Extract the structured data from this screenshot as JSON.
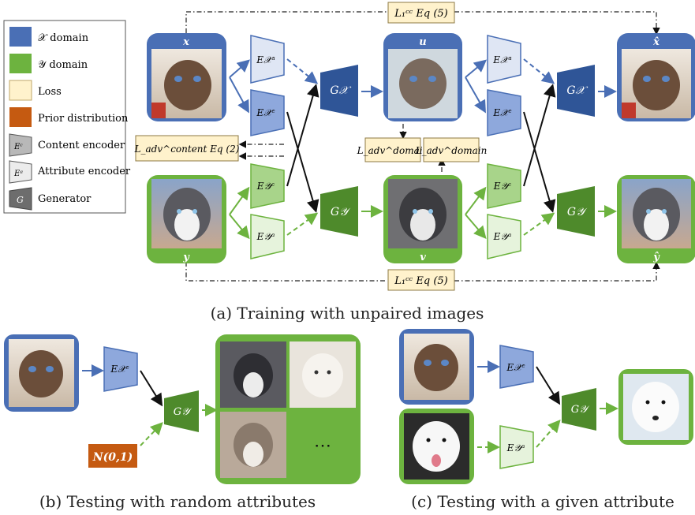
{
  "legend": {
    "items": [
      {
        "label": "𝒳 domain",
        "color": "#4a6fb5"
      },
      {
        "label": "𝒴 domain",
        "color": "#6db33f"
      },
      {
        "label": "Loss",
        "color": "#fff2cc"
      },
      {
        "label": "Prior distribution",
        "color": "#c55a11"
      },
      {
        "label": "Content encoder",
        "symbol": "Eᶜ"
      },
      {
        "label": "Attribute encoder",
        "symbol": "Eᵃ"
      },
      {
        "label": "Generator",
        "symbol": "G"
      }
    ]
  },
  "images": {
    "x": "x",
    "u": "u",
    "x_hat": "x̂",
    "y": "y",
    "v": "v",
    "y_hat": "ŷ"
  },
  "encoders": {
    "ex_a": "E𝒳ᵃ",
    "ex_c": "E𝒳ᶜ",
    "ey_c": "E𝒴ᶜ",
    "ey_a": "E𝒴ᵃ"
  },
  "generators": {
    "gx": "G𝒳",
    "gy": "G𝒴"
  },
  "losses": {
    "cc_top": "L₁ᶜᶜ Eq (5)",
    "cc_bottom": "L₁ᶜᶜ Eq (5)",
    "content": "L_adv^content Eq (2)",
    "domain1": "L_adv^domain",
    "domain2": "L_adv^domain"
  },
  "prior": "N(0,1)",
  "ellipsis": "⋯",
  "captions": {
    "a": "(a) Training with unpaired images",
    "b": "(b) Testing with random attributes",
    "c": "(c) Testing with a given attribute"
  }
}
